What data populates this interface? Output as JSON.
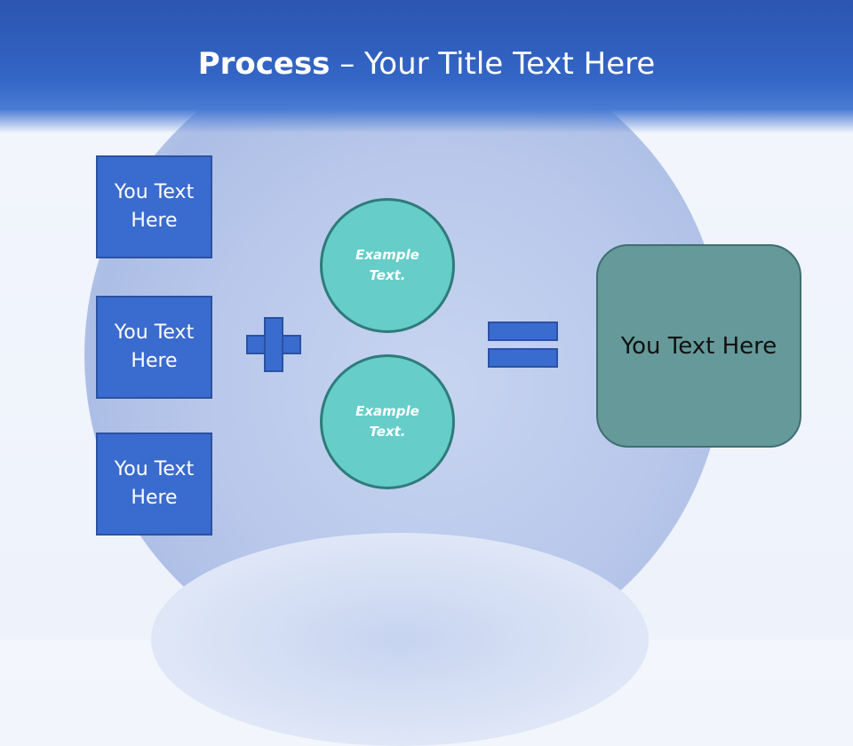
{
  "header": {
    "title_bold": "Process",
    "title_rest": " – Your Title Text Here"
  },
  "inputs": [
    {
      "label": "You Text Here"
    },
    {
      "label": "You Text Here"
    },
    {
      "label": "You Text Here"
    }
  ],
  "circles": [
    {
      "label": "Example Text."
    },
    {
      "label": "Example Text."
    }
  ],
  "result": {
    "label": "You Text Here"
  },
  "colors": {
    "header": "#3366c6",
    "box": "#3a6bcf",
    "circle": "#66cdc9",
    "result": "#65999a"
  }
}
